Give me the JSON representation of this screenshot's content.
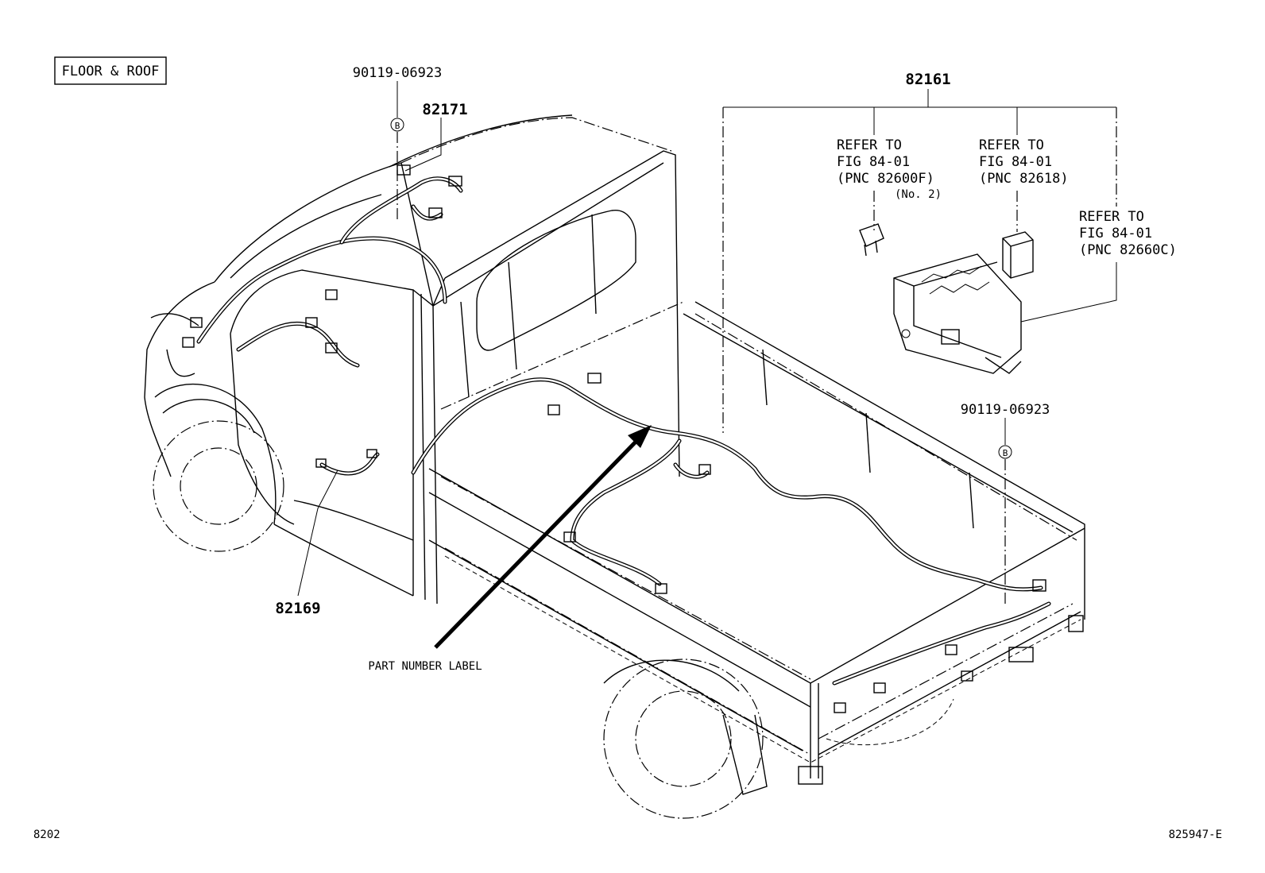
{
  "section_label": "FLOOR & ROOF",
  "callouts": {
    "roof_clip": "90119-06923",
    "roof_harness": "82171",
    "main_harness": "82161",
    "door_harness": "82169",
    "bed_clip": "90119-06923",
    "clip_symbol": "B"
  },
  "refer_notes": [
    {
      "line1": "REFER TO",
      "line2": "FIG 84-01",
      "line3": "(PNC 82600F)",
      "line4": "(No. 2)"
    },
    {
      "line1": "REFER TO",
      "line2": "FIG 84-01",
      "line3": "(PNC 82618)"
    },
    {
      "line1": "REFER TO",
      "line2": "FIG 84-01",
      "line3": "(PNC 82660C)"
    }
  ],
  "part_number_label": "PART NUMBER LABEL",
  "footer": {
    "left": "8202",
    "right": "825947-E"
  }
}
